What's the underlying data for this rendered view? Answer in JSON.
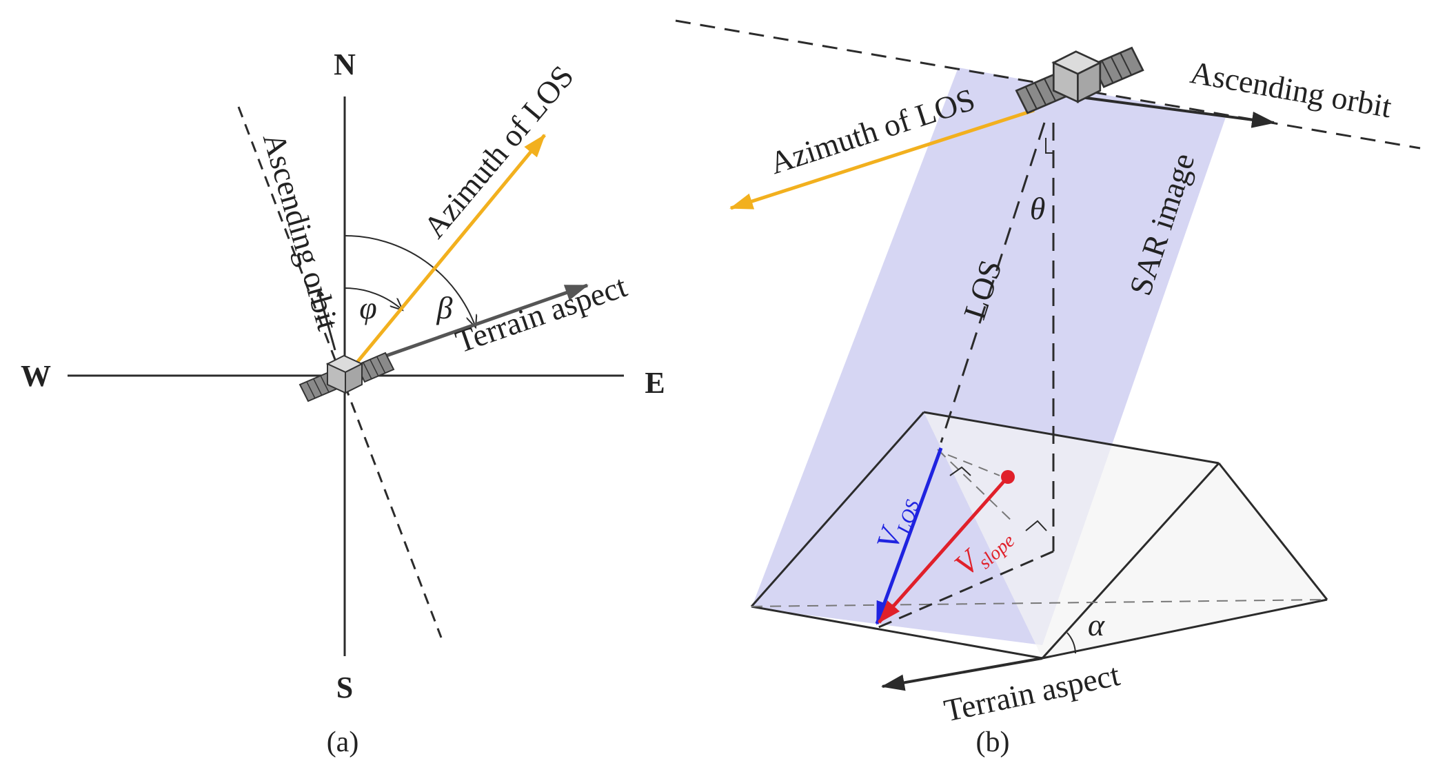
{
  "colors": {
    "los_azimuth": "#f2b01e",
    "v_los": "#1f23e0",
    "v_slope": "#e0202a",
    "terrain_arrow": "#555555",
    "sar_plane": "#d4d4f2",
    "line": "#2b2b2b"
  },
  "panel_a": {
    "compass": {
      "north": "N",
      "south": "S",
      "west": "W",
      "east": "E"
    },
    "ascending_orbit": "Ascending orbit",
    "azimuth_los": "Azimuth of LOS",
    "terrain_aspect": "Terrain aspect",
    "phi": "φ",
    "beta": "β",
    "caption": "(a)",
    "satellite_icon": "satellite-icon"
  },
  "panel_b": {
    "ascending_orbit": "Ascending orbit",
    "azimuth_los": "Azimuth of LOS",
    "sar_image": "SAR image",
    "los": "LOS",
    "theta": "θ",
    "v": "V",
    "v_los_sub": "LOS",
    "v_slope_sub": "slope",
    "alpha": "α",
    "terrain_aspect": "Terrain aspect",
    "caption": "(b)",
    "satellite_icon": "satellite-icon"
  }
}
